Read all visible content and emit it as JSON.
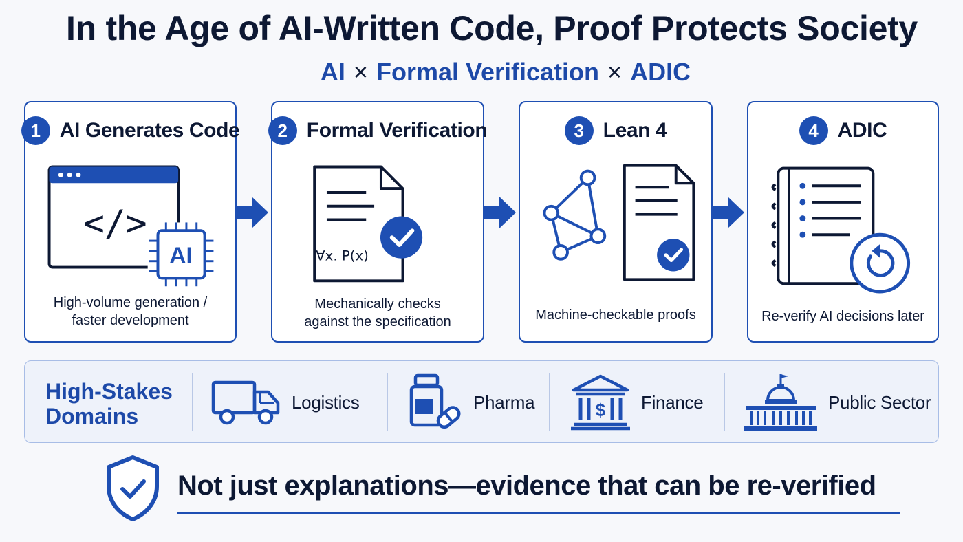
{
  "title": "In the Age of AI-Written Code, Proof Protects Society",
  "subtitle": {
    "part1": "AI",
    "sep1": "×",
    "part2": "Formal Verification",
    "sep2": "×",
    "part3": "ADIC"
  },
  "steps": [
    {
      "number": "1",
      "title": "AI Generates Code",
      "chip_label": "AI",
      "code_glyph": "</>",
      "desc_lines": [
        "High-volume generation /",
        "faster development"
      ],
      "icon": "code-window-ai-chip-icon"
    },
    {
      "number": "2",
      "title": "Formal Verification",
      "formula": "∀x. P(x)",
      "desc_lines": [
        "Mechanically checks",
        "against the specification"
      ],
      "icon": "document-check-icon"
    },
    {
      "number": "3",
      "title": "Lean 4",
      "desc_lines": [
        "Machine-checkable proofs"
      ],
      "icon": "graph-proof-icon"
    },
    {
      "number": "4",
      "title": "ADIC",
      "desc_lines": [
        "Re-verify AI decisions later"
      ],
      "icon": "notebook-reverify-icon"
    }
  ],
  "domains": {
    "label_lines": [
      "High-Stakes",
      "Domains"
    ],
    "items": [
      {
        "label": "Logistics",
        "icon": "truck-icon"
      },
      {
        "label": "Pharma",
        "icon": "medicine-icon"
      },
      {
        "label": "Finance",
        "icon": "bank-icon"
      },
      {
        "label": "Public Sector",
        "icon": "capitol-icon"
      }
    ]
  },
  "footer": {
    "text": "Not just explanations—evidence that can be re-verified",
    "icon": "shield-check-icon"
  },
  "colors": {
    "accent": "#1e4fb3",
    "text": "#0d1833",
    "panel": "#eef2fa"
  }
}
